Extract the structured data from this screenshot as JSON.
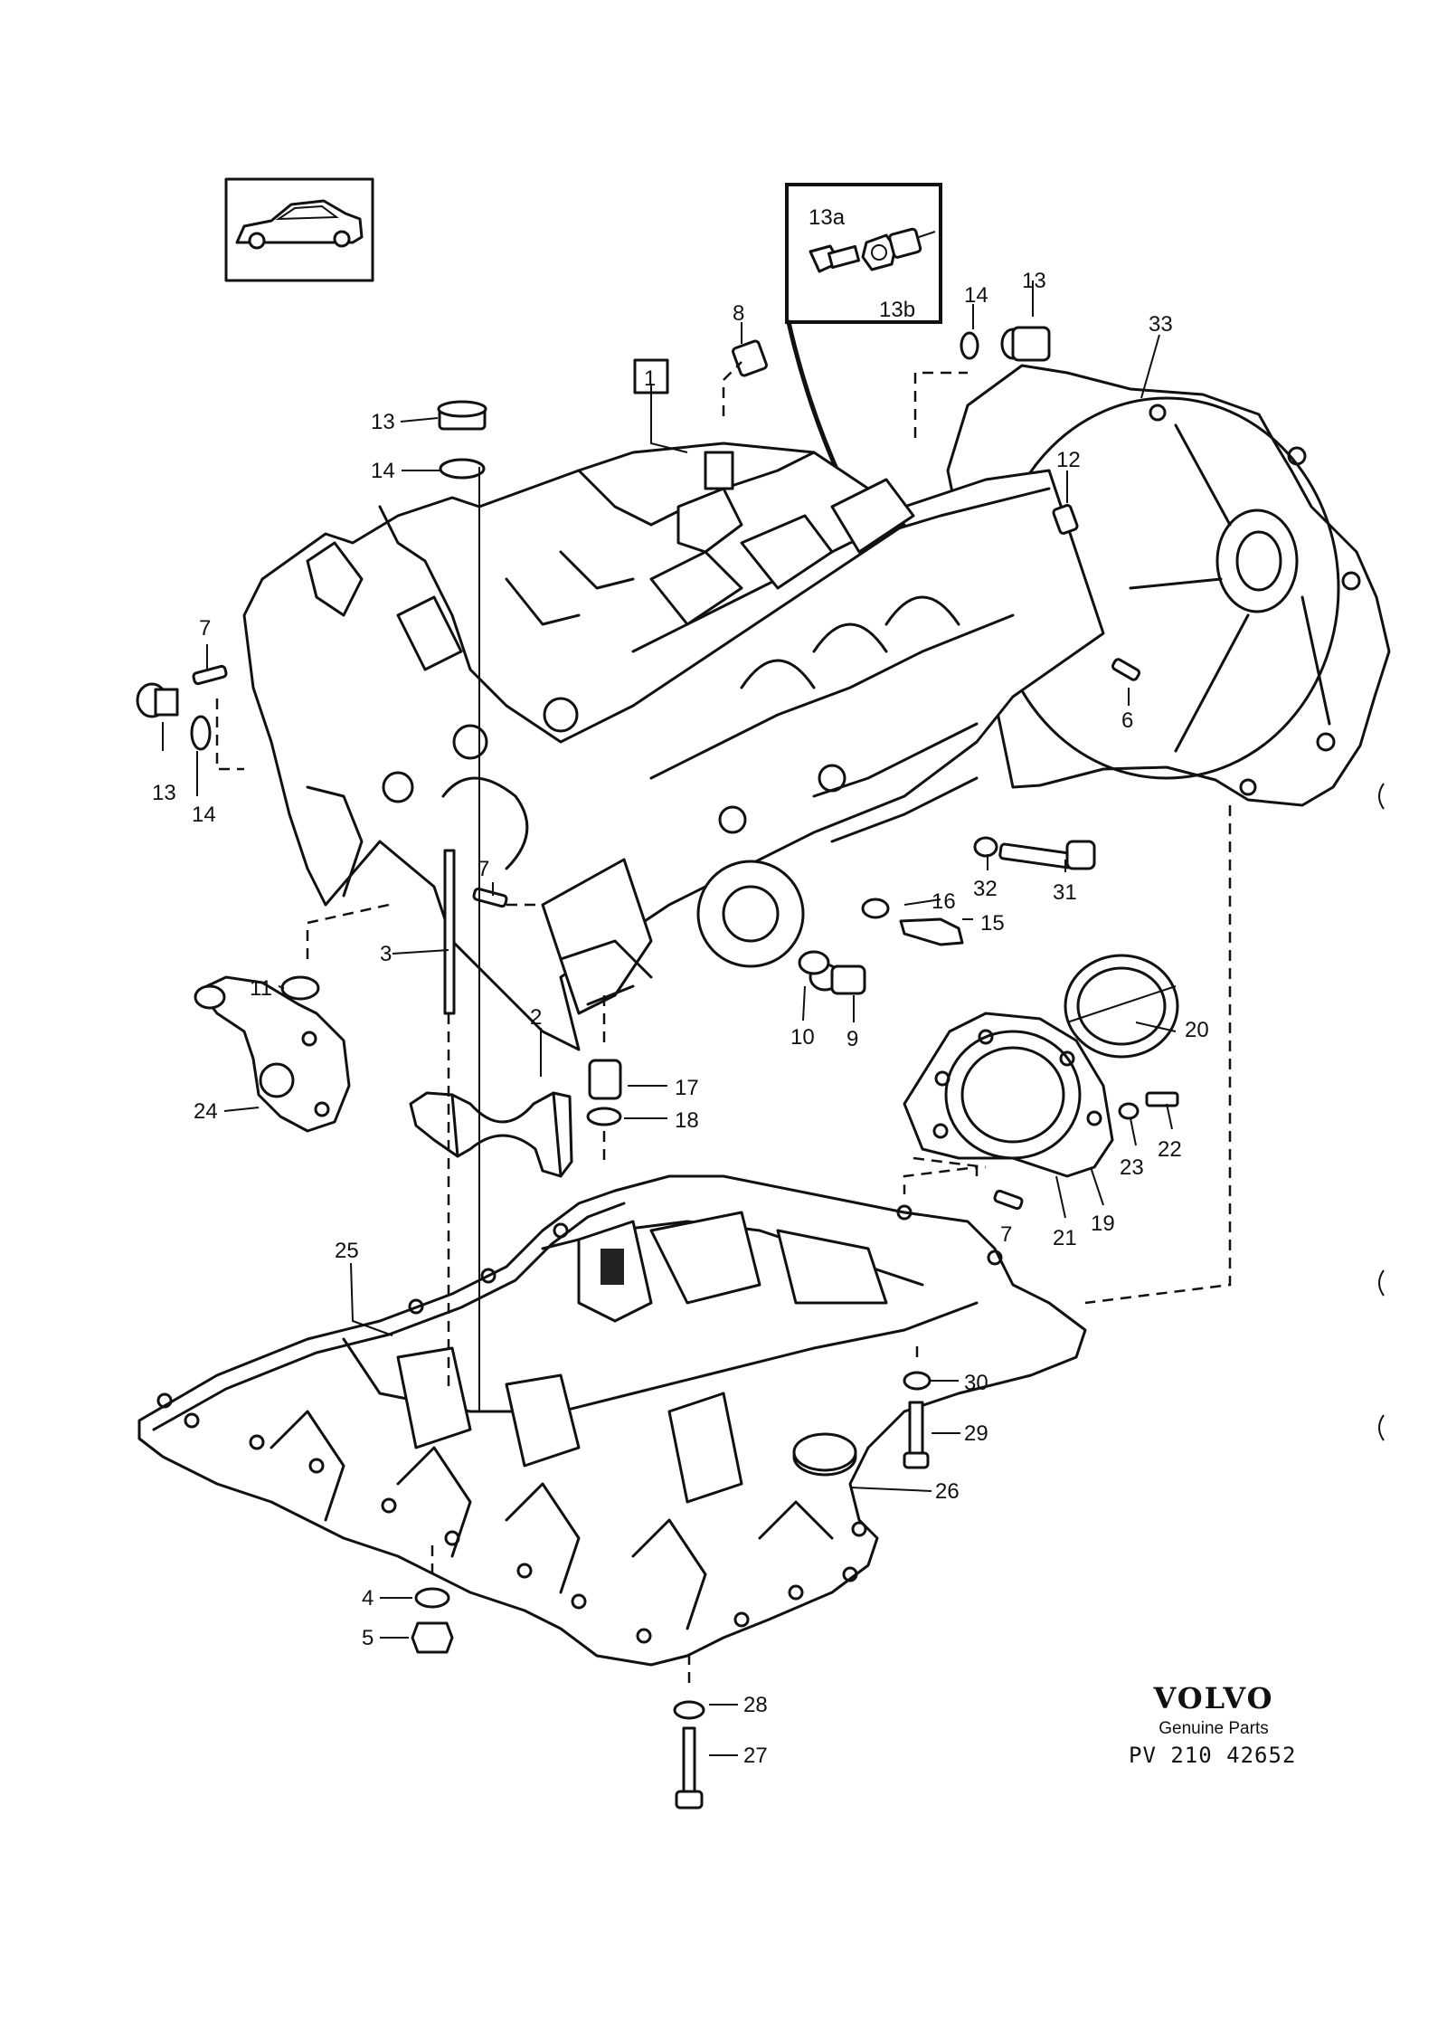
{
  "callouts": [
    {
      "id": "c1",
      "text": "1"
    },
    {
      "id": "c2",
      "text": "2"
    },
    {
      "id": "c3",
      "text": "3"
    },
    {
      "id": "c4",
      "text": "4"
    },
    {
      "id": "c5",
      "text": "5"
    },
    {
      "id": "c6",
      "text": "6"
    },
    {
      "id": "c7a",
      "text": "7"
    },
    {
      "id": "c7b",
      "text": "7"
    },
    {
      "id": "c7c",
      "text": "7"
    },
    {
      "id": "c8",
      "text": "8"
    },
    {
      "id": "c9",
      "text": "9"
    },
    {
      "id": "c10",
      "text": "10"
    },
    {
      "id": "c11",
      "text": "11"
    },
    {
      "id": "c12",
      "text": "12"
    },
    {
      "id": "c13a",
      "text": "13"
    },
    {
      "id": "c13b",
      "text": "13"
    },
    {
      "id": "c13c",
      "text": "13"
    },
    {
      "id": "c13sa",
      "text": "13a"
    },
    {
      "id": "c13sb",
      "text": "13b"
    },
    {
      "id": "c14a",
      "text": "14"
    },
    {
      "id": "c14b",
      "text": "14"
    },
    {
      "id": "c14c",
      "text": "14"
    },
    {
      "id": "c15",
      "text": "15"
    },
    {
      "id": "c16",
      "text": "16"
    },
    {
      "id": "c17",
      "text": "17"
    },
    {
      "id": "c18",
      "text": "18"
    },
    {
      "id": "c19",
      "text": "19"
    },
    {
      "id": "c20",
      "text": "20"
    },
    {
      "id": "c21",
      "text": "21"
    },
    {
      "id": "c22",
      "text": "22"
    },
    {
      "id": "c23",
      "text": "23"
    },
    {
      "id": "c24",
      "text": "24"
    },
    {
      "id": "c25",
      "text": "25"
    },
    {
      "id": "c26",
      "text": "26"
    },
    {
      "id": "c27",
      "text": "27"
    },
    {
      "id": "c28",
      "text": "28"
    },
    {
      "id": "c29",
      "text": "29"
    },
    {
      "id": "c30",
      "text": "30"
    },
    {
      "id": "c31",
      "text": "31"
    },
    {
      "id": "c32",
      "text": "32"
    },
    {
      "id": "c33",
      "text": "33"
    }
  ],
  "brand": {
    "logo": "VOLVO",
    "tagline": "Genuine Parts",
    "code": "PV 210 42652"
  }
}
